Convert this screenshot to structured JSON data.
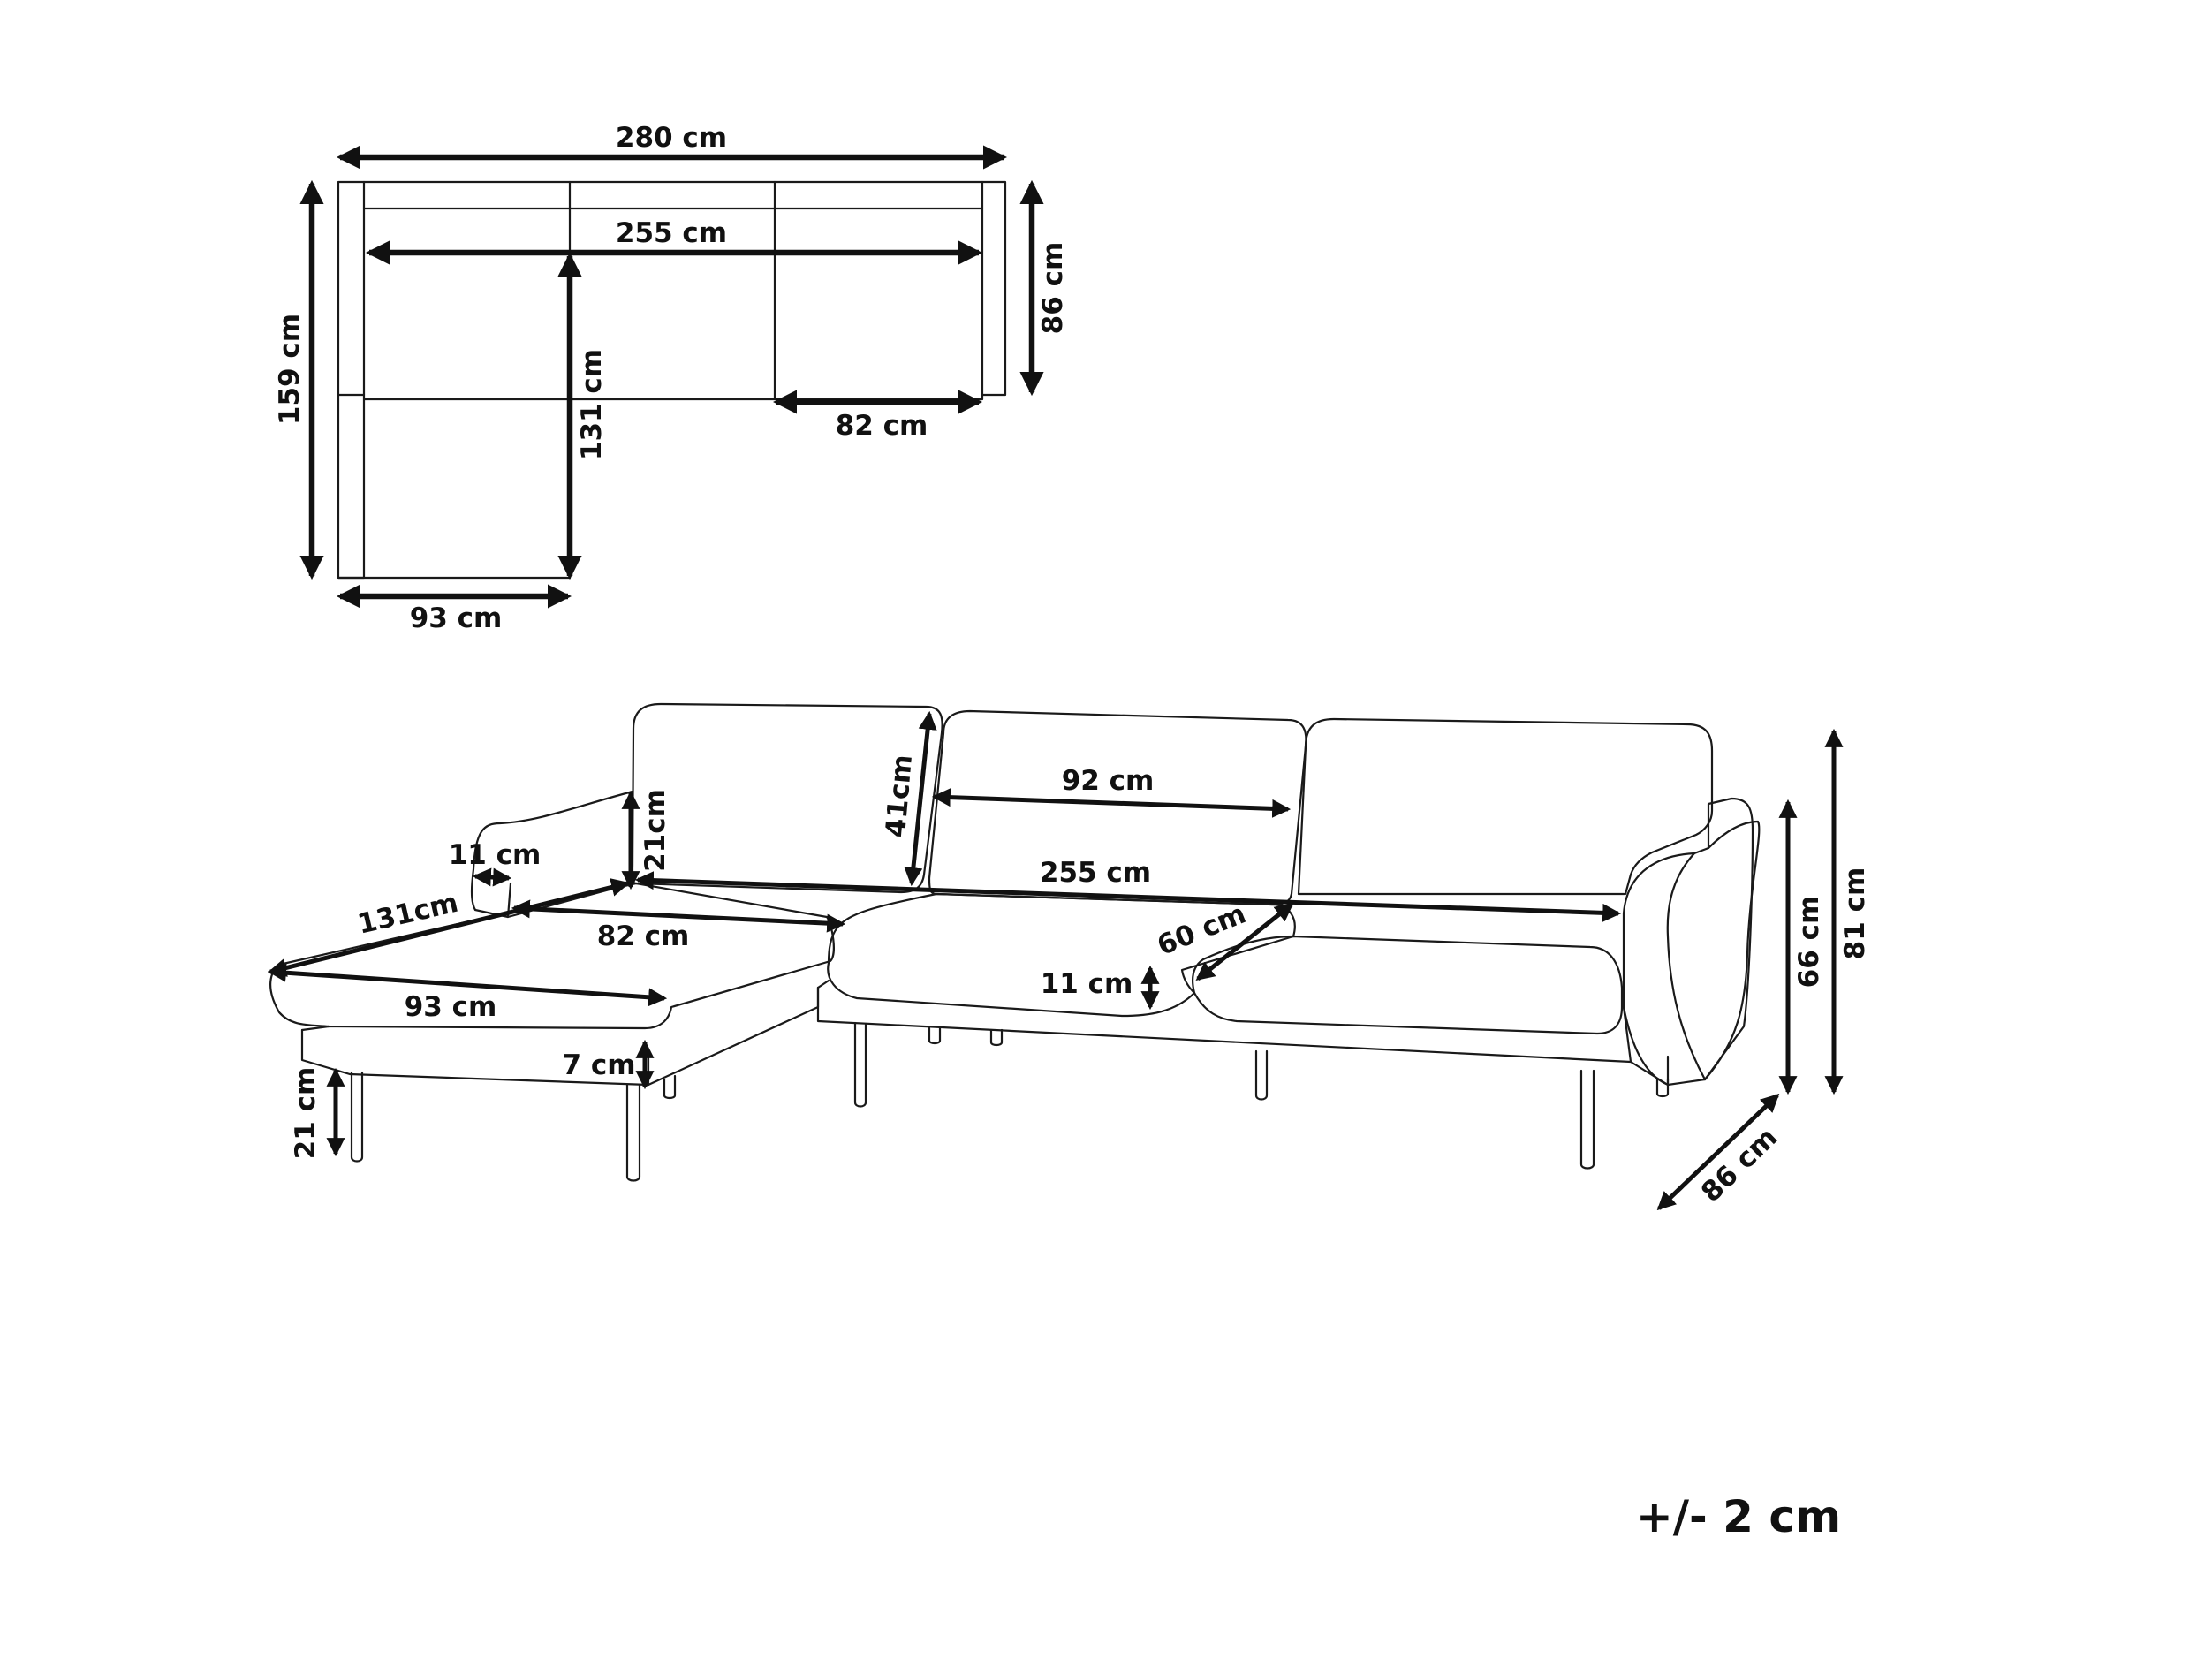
{
  "top_view": {
    "width_total": "280 cm",
    "depth_chaise": "159 cm",
    "width_seat": "255 cm",
    "depth_main": "86 cm",
    "chaise_length": "131 cm",
    "seat_depth": "82 cm",
    "chaise_width": "93 cm"
  },
  "perspective_view": {
    "armrest_width": "11 cm",
    "armrest_height": "21cm",
    "backrest_height": "41cm",
    "chaise_length": "131cm",
    "seat_depth": "82 cm",
    "cushion_width": "92 cm",
    "seat_width": "255 cm",
    "cushion_depth": "60 cm",
    "cushion_thickness": "11 cm",
    "chaise_width": "93 cm",
    "frame_height": "7 cm",
    "leg_height": "21 cm",
    "seat_height": "66 cm",
    "total_height": "81 cm",
    "total_depth": "86 cm"
  },
  "tolerance": "+/- 2 cm"
}
